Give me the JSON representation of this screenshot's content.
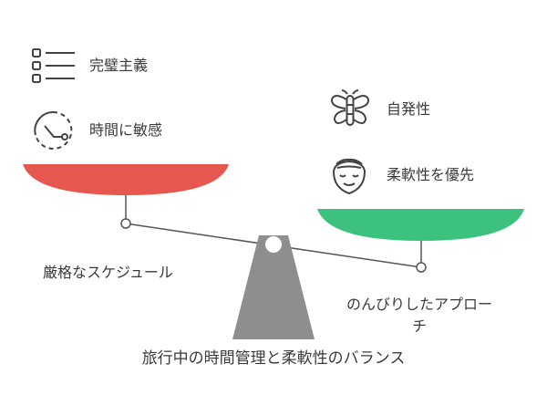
{
  "left_side": {
    "items": [
      {
        "label": "完璧主義",
        "icon": "checklist-icon"
      },
      {
        "label": "時間に敏感",
        "icon": "clock-icon"
      }
    ],
    "pan_label": "厳格なスケジュール",
    "pan_color": "#E5574F"
  },
  "right_side": {
    "items": [
      {
        "label": "自発性",
        "icon": "butterfly-icon"
      },
      {
        "label": "柔軟性を優先",
        "icon": "relaxed-face-icon"
      }
    ],
    "pan_label_line1": "のんびりしたアプロー",
    "pan_label_line2": "チ",
    "pan_color": "#3CC17F"
  },
  "fulcrum_color": "#8E8E8E",
  "caption": "旅行中の時間管理と柔軟性のバランス"
}
